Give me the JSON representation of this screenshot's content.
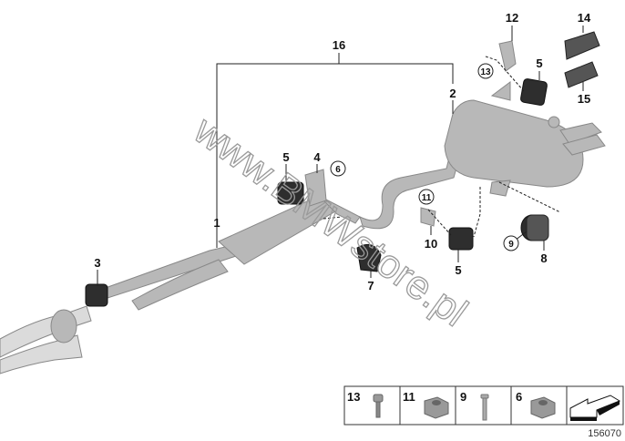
{
  "watermark": "www.BMWstore.pl",
  "callouts": {
    "c1": "1",
    "c2": "2",
    "c3": "3",
    "c4": "4",
    "c5a": "5",
    "c5b": "5",
    "c5c": "5",
    "c6": "6",
    "c7": "7",
    "c8": "8",
    "c9": "9",
    "c10": "10",
    "c11": "11",
    "c12": "12",
    "c13": "13",
    "c14": "14",
    "c15": "15",
    "c16": "16"
  },
  "legend": {
    "cells": [
      "13",
      "11",
      "9",
      "6"
    ]
  },
  "diagram_number": "156070"
}
